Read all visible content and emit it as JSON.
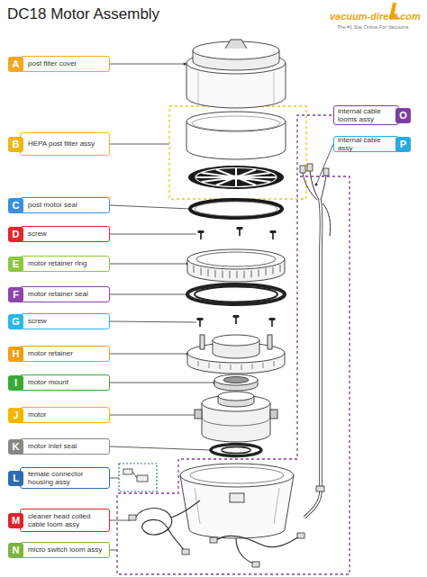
{
  "diagram": {
    "title": "DC18 Motor Assembly",
    "nodes": [
      {
        "text": [
          "A",
          "post filter cover"
        ]
      },
      {
        "text": [
          "B",
          "HEPA post filter assy"
        ]
      },
      {
        "text": [
          "C",
          "post motor seal"
        ]
      },
      {
        "text": [
          "D",
          "screw"
        ]
      },
      {
        "text": [
          "E",
          "motor retainer ring"
        ]
      },
      {
        "text": [
          "F",
          "motor retainer seal"
        ]
      },
      {
        "text": [
          "G",
          "screw"
        ]
      },
      {
        "text": [
          "H",
          "motor retainer"
        ]
      },
      {
        "text": [
          "I",
          "motor mount"
        ]
      },
      {
        "text": [
          "J",
          "motor"
        ]
      },
      {
        "text": [
          "K",
          "motor inlet seal"
        ]
      },
      {
        "text": [
          "L",
          "female connector housing assy"
        ]
      },
      {
        "text": [
          "M",
          "cleaner head coiled cable loom assy"
        ]
      },
      {
        "text": [
          "N",
          "micro switch loom assy"
        ]
      },
      {
        "text": [
          "O",
          "internal cable looms assy"
        ]
      },
      {
        "text": [
          "P",
          "internal cable assy"
        ]
      }
    ],
    "labels": [
      "vacuum-direct.com",
      "The #1 Site Online For Vacuums"
    ]
  }
}
